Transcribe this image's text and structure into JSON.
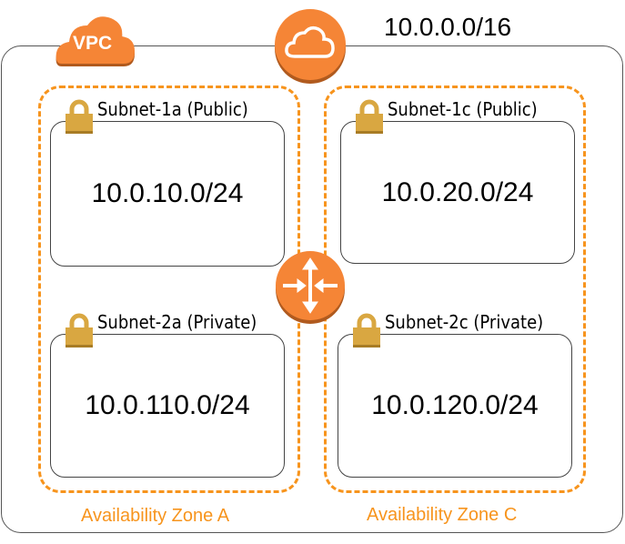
{
  "vpc": {
    "badge": "VPC",
    "cidr": "10.0.0.0/16"
  },
  "zones": [
    {
      "label": "Availability Zone A"
    },
    {
      "label": "Availability Zone C"
    }
  ],
  "subnets": [
    {
      "name": "Subnet-1a (Public)",
      "cidr": "10.0.10.0/24"
    },
    {
      "name": "Subnet-2a (Private)",
      "cidr": "10.0.110.0/24"
    },
    {
      "name": "Subnet-1c (Public)",
      "cidr": "10.0.20.0/24"
    },
    {
      "name": "Subnet-2c (Private)",
      "cidr": "10.0.120.0/24"
    }
  ],
  "colors": {
    "accent": "#f7941d",
    "icon": "#f58536",
    "lock": "#d9a741"
  }
}
